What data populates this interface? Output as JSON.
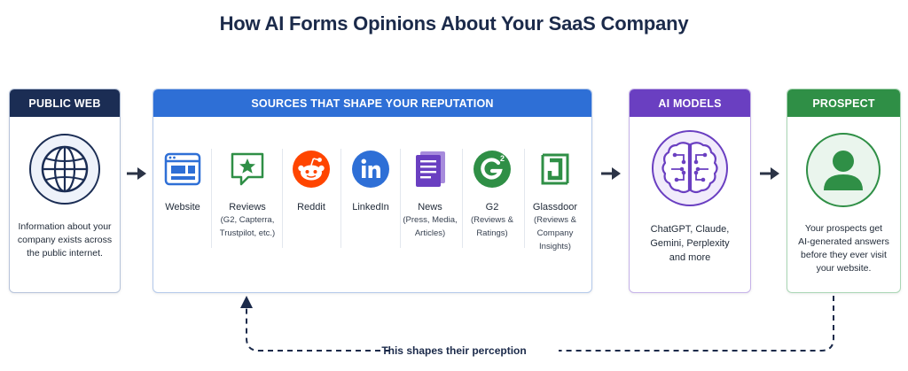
{
  "title": "How AI Forms Opinions About Your SaaS Company",
  "public_web": {
    "heading": "PUBLIC WEB",
    "icon": "globe-icon",
    "lines": [
      "Information about your",
      "company exists across",
      "the public internet."
    ]
  },
  "sources": {
    "heading": "SOURCES THAT SHAPE YOUR REPUTATION",
    "items": [
      {
        "label": "Website",
        "sub": [],
        "icon": "website-icon",
        "color": "#2e6fd6"
      },
      {
        "label": "Reviews",
        "sub": [
          "(G2, Capterra,",
          "Trustpilot, etc.)"
        ],
        "icon": "star-review-icon",
        "color": "#2f8f46"
      },
      {
        "label": "Reddit",
        "sub": [],
        "icon": "reddit-icon",
        "color": "#ff4500"
      },
      {
        "label": "LinkedIn",
        "sub": [],
        "icon": "linkedin-icon",
        "color": "#2e6fd6"
      },
      {
        "label": "News",
        "sub": [
          "(Press, Media,",
          "Articles)"
        ],
        "icon": "news-icon",
        "color": "#6a3fc1"
      },
      {
        "label": "G2",
        "sub": [
          "(Reviews &",
          "Ratings)"
        ],
        "icon": "g2-icon",
        "color": "#2f8f46"
      },
      {
        "label": "Glassdoor",
        "sub": [
          "(Reviews &",
          "Company",
          "Insights)"
        ],
        "icon": "glassdoor-icon",
        "color": "#2f8f46"
      }
    ]
  },
  "ai_models": {
    "heading": "AI MODELS",
    "icon": "brain-circuit-icon",
    "lines": [
      "ChatGPT, Claude,",
      "Gemini, Perplexity",
      "and more"
    ]
  },
  "prospect": {
    "heading": "PROSPECT",
    "icon": "person-icon",
    "lines": [
      "Your prospects get",
      "AI-generated answers",
      "before they ever visit",
      "your website."
    ]
  },
  "feedback_label": "This shapes their perception",
  "colors": {
    "navy": "#1b2d54",
    "blue": "#2e6fd6",
    "purple": "#6a3fc1",
    "green": "#2f8f46"
  }
}
